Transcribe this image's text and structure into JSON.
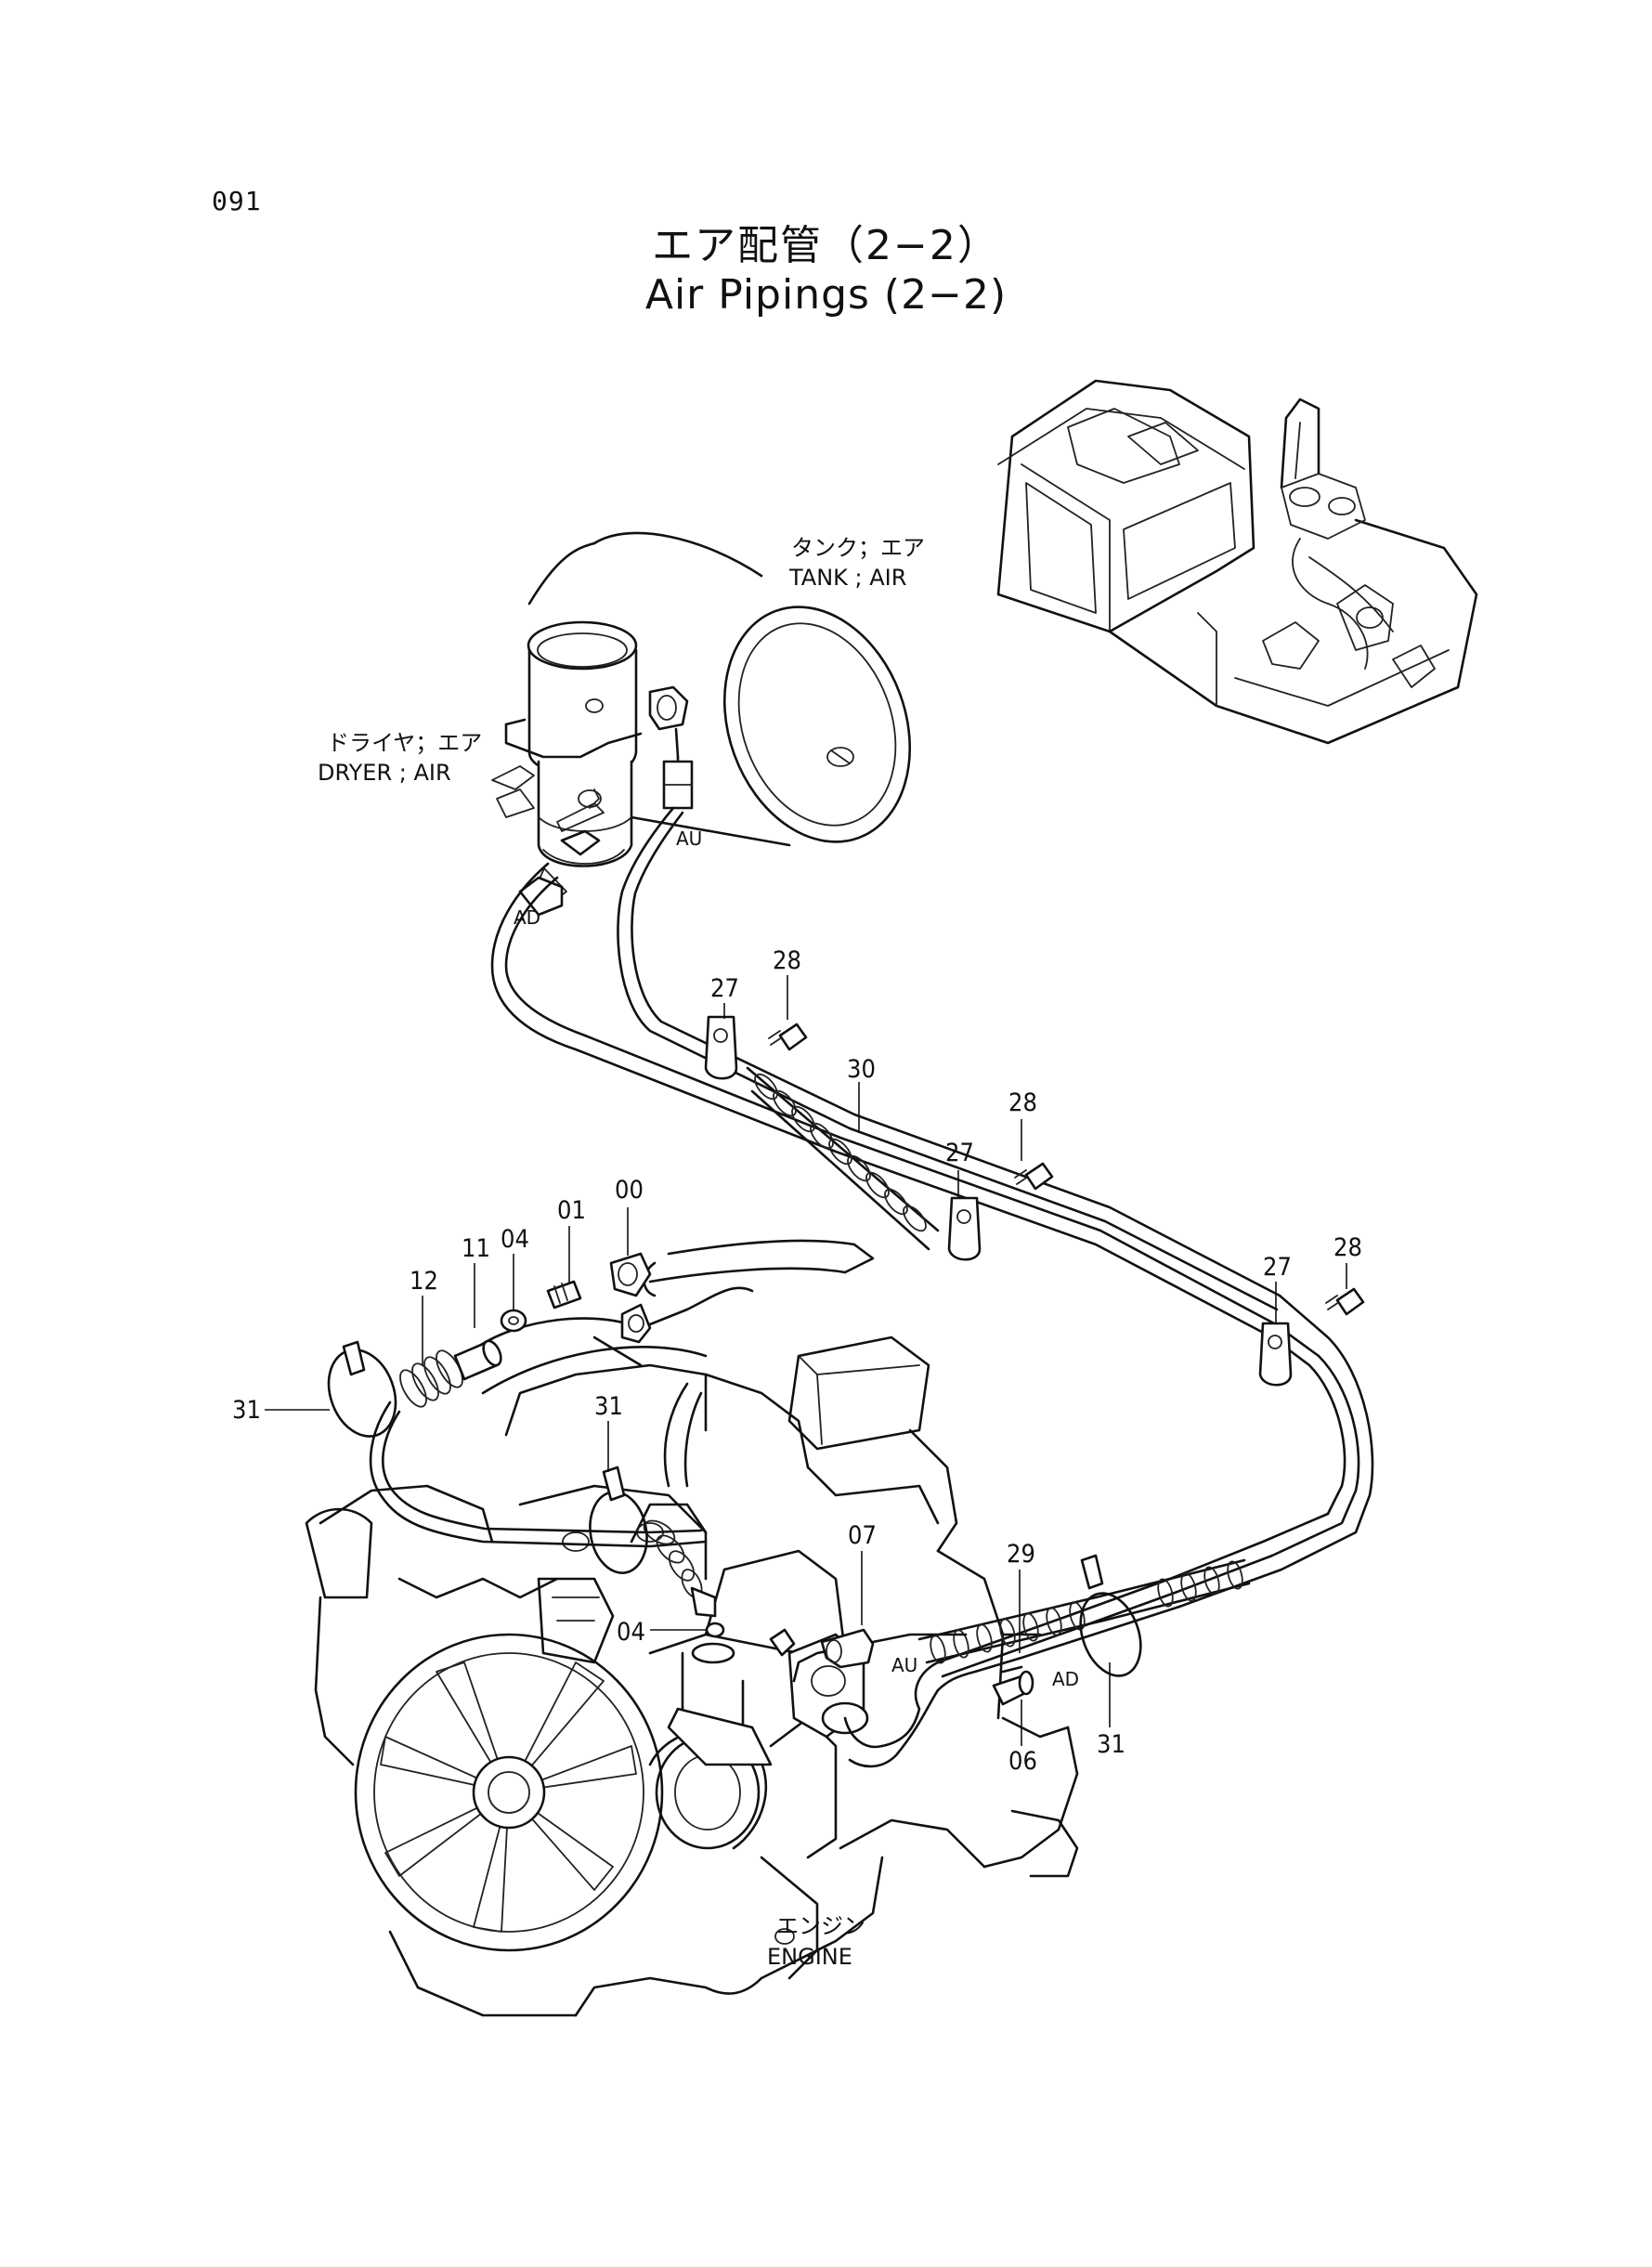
{
  "page": {
    "number": "091",
    "title_jp": "エア配管（2−2）",
    "title_en": "Air Pipings (2−2)"
  },
  "labels": {
    "tank_jp": "タンク；エア",
    "tank_en": "TANK ; AIR",
    "dryer_jp": "ドライヤ；エア",
    "dryer_en": "DRYER ; AIR",
    "engine_jp": "エンジン",
    "engine_en": "ENGINE",
    "port_au": "AU",
    "port_ad": "AD"
  },
  "callouts": {
    "c00": "00",
    "c01": "01",
    "c04": "04",
    "c06": "06",
    "c07": "07",
    "c11": "11",
    "c12": "12",
    "c27": "27",
    "c28": "28",
    "c29": "29",
    "c30": "30",
    "c31": "31"
  }
}
